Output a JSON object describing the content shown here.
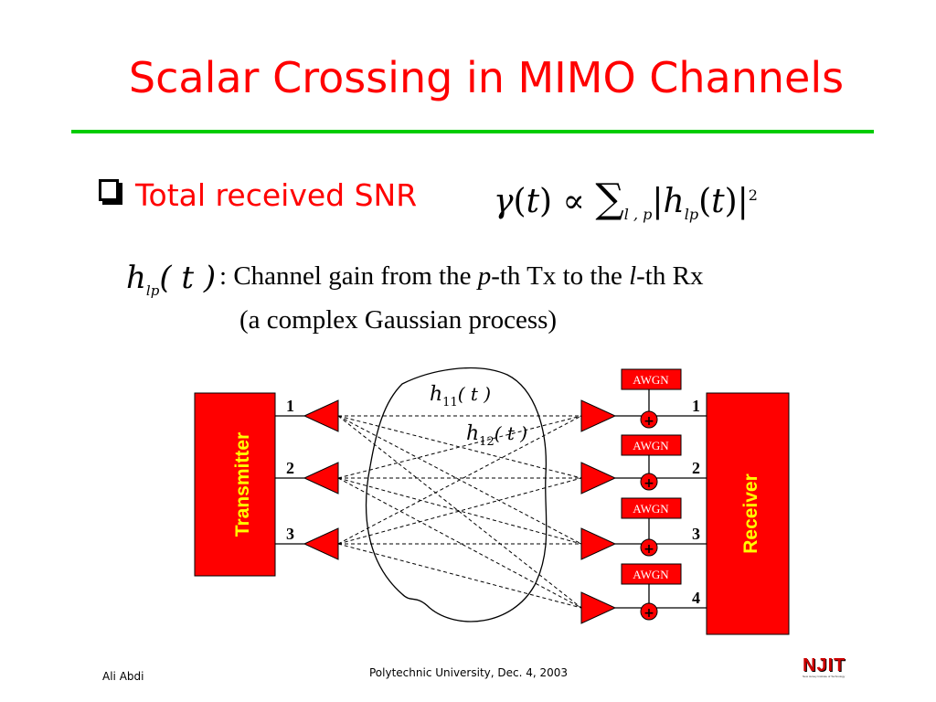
{
  "slide": {
    "title": "Scalar Crossing in MIMO Channels",
    "bullet": "Total received SNR",
    "formula": {
      "gamma": "γ",
      "t": "t",
      "prop": "∝",
      "sum": "∑",
      "sum_index": "l , p",
      "abs_bar": "|",
      "h": "h",
      "h_sub": "lp",
      "power": "2"
    },
    "definition": {
      "symbol_h": "h",
      "symbol_sub": "lp",
      "symbol_args": "( t )",
      "colon": ":",
      "line1_pre": "Channel gain from the ",
      "p_var": "p",
      "line1_mid": "-th Tx to the ",
      "l_var": "l",
      "line1_post": "-th Rx",
      "line2": "(a complex Gaussian process)"
    }
  },
  "diagram": {
    "transmitter_label": "Transmitter",
    "receiver_label": "Receiver",
    "tx_antennas": [
      "1",
      "2",
      "3"
    ],
    "rx_antennas": [
      "1",
      "2",
      "3",
      "4"
    ],
    "noise_label": "AWGN",
    "adder_symbol": "+",
    "channel_labels": [
      {
        "h": "h",
        "sub": "11",
        "arg": "( t )"
      },
      {
        "h": "h",
        "sub": "12",
        "arg": "( t )"
      }
    ],
    "colors": {
      "block": "#ff0000",
      "antenna": "#ff0000",
      "label_text": "#ffff00",
      "rule": "#00cc00"
    }
  },
  "footer": {
    "author": "Ali Abdi",
    "venue": "Polytechnic University, Dec. 4, 2003",
    "logo_text": "NJIT",
    "logo_subtext": "New Jersey Institute of Technology"
  }
}
